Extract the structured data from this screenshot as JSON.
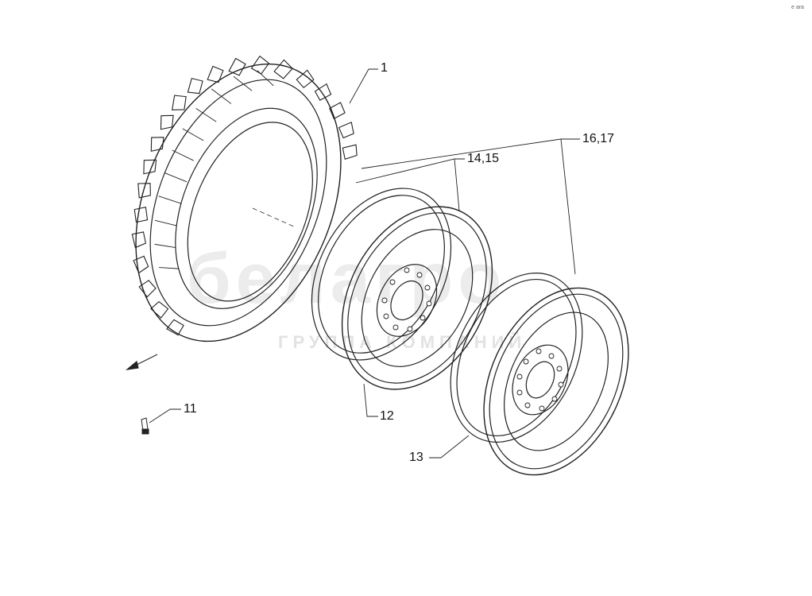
{
  "callouts": {
    "c1": "1",
    "c16_17": "16,17",
    "c14_15": "14,15",
    "c12": "12",
    "c13": "13",
    "c11": "11"
  },
  "corner_mark": "e ara",
  "watermark": {
    "logo": "белагро",
    "subtitle": "ГРУППА КОМПАНИЙ"
  },
  "colors": {
    "line": "#222222",
    "background": "#ffffff",
    "watermark": "#969696"
  }
}
